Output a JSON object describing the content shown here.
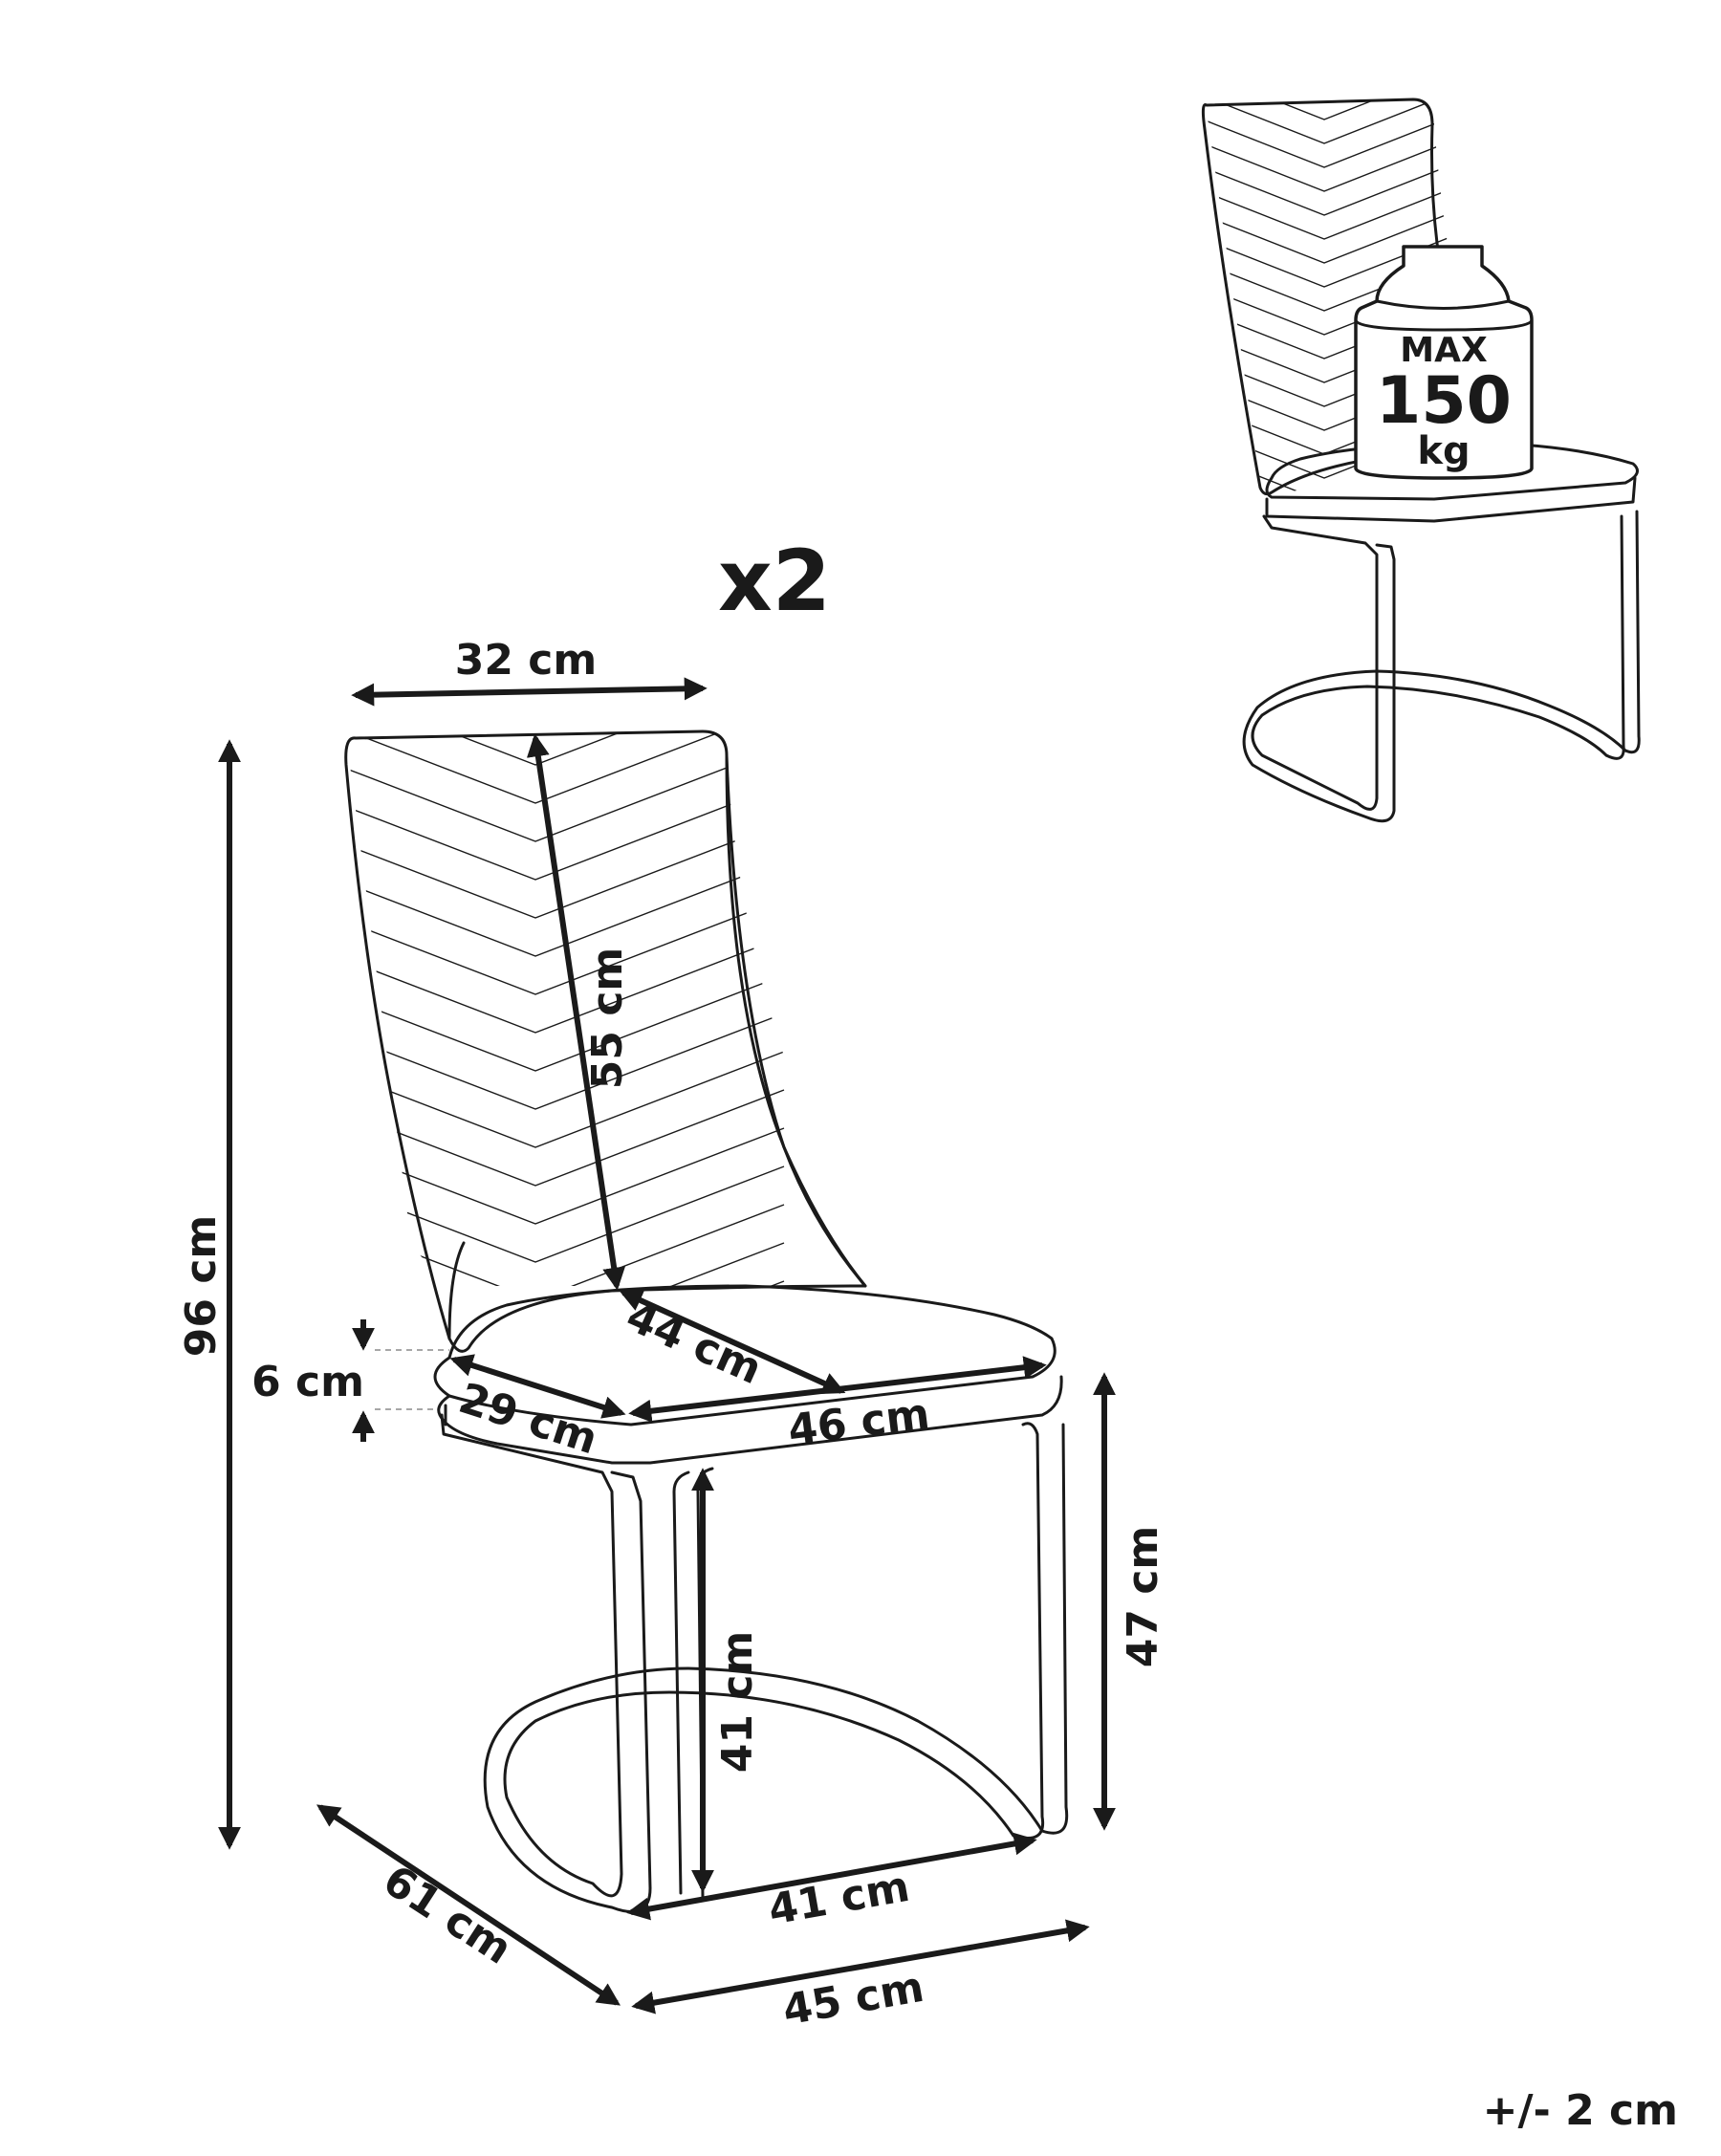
{
  "quantity_label": "x2",
  "tolerance_label": "+/- 2 cm",
  "max_load": {
    "line1": "MAX",
    "line2": "150",
    "line3": "kg"
  },
  "dimensions": {
    "backrest_width": "32 cm",
    "backrest_height": "55 cm",
    "total_height": "96 cm",
    "seat_thickness": "6 cm",
    "seat_depth_side": "29 cm",
    "seat_depth": "44 cm",
    "seat_width": "46 cm",
    "seat_height": "47 cm",
    "frame_height": "41 cm",
    "base_width_inner": "41 cm",
    "base_width_outer": "45 cm",
    "overall_depth": "61 cm"
  },
  "colors": {
    "line": "#1a1a1a",
    "background": "#ffffff"
  }
}
